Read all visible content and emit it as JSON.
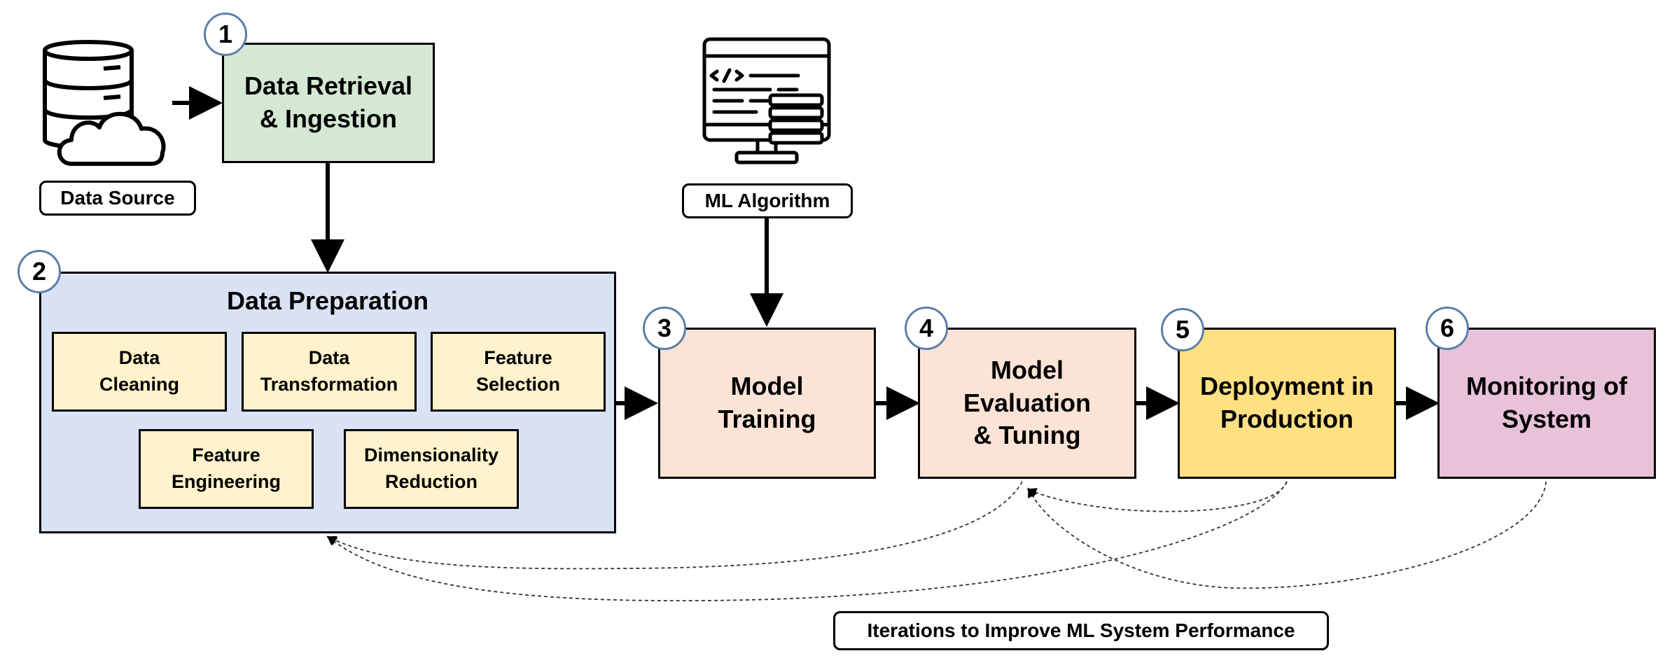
{
  "data_source": {
    "label": "Data Source"
  },
  "steps": [
    {
      "num": "1",
      "title": "Data Retrieval\n& Ingestion",
      "color": "#d5e8d4"
    },
    {
      "num": "2",
      "title": "Data Preparation",
      "color": "#dae3f5"
    },
    {
      "num": "3",
      "title": "Model\nTraining",
      "color": "#fbe3d6"
    },
    {
      "num": "4",
      "title": "Model\nEvaluation\n& Tuning",
      "color": "#fbe3d6"
    },
    {
      "num": "5",
      "title": "Deployment in\nProduction",
      "color": "#ffe083"
    },
    {
      "num": "6",
      "title": "Monitoring of\nSystem",
      "color": "#e8c2d9"
    }
  ],
  "prep_tasks": [
    "Data\nCleaning",
    "Data\nTransformation",
    "Feature\nSelection",
    "Feature\nEngineering",
    "Dimensionality\nReduction"
  ],
  "ml_algorithm": {
    "label": "ML Algorithm"
  },
  "iterations": {
    "label": "Iterations to Improve ML System Performance"
  },
  "icons": [
    "database-cloud-icon",
    "code-monitor-icon"
  ]
}
